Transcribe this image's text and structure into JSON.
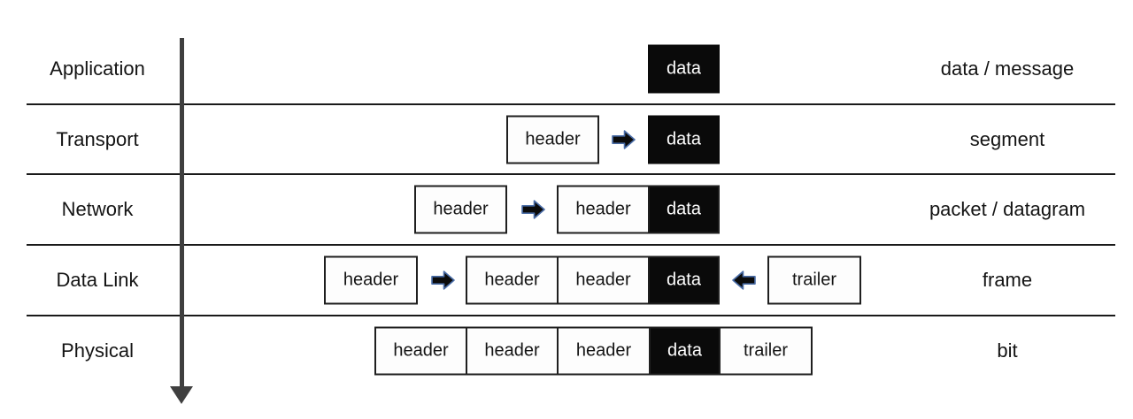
{
  "diagram": {
    "description": "network layer encapsulation diagram",
    "box_labels": {
      "header": "header",
      "data": "data",
      "trailer": "trailer"
    },
    "icons": {
      "right_arrow": "prepend-header-arrow",
      "left_arrow": "append-trailer-arrow",
      "down_arrow": "layer-stack-direction-arrow"
    },
    "colors": {
      "data_box_fill": "#0a0a0a",
      "data_box_text": "#ffffff",
      "box_border": "#1f1f1f",
      "row_divider": "#1a1a1a",
      "arrow_fill": "#0b0b0b",
      "arrow_outline": "#4a6da7",
      "down_arrow": "#3f3f3f"
    },
    "rows": [
      {
        "layer": "Application",
        "pdu": "data / message"
      },
      {
        "layer": "Transport",
        "pdu": "segment"
      },
      {
        "layer": "Network",
        "pdu": "packet / datagram"
      },
      {
        "layer": "Data Link",
        "pdu": "frame"
      },
      {
        "layer": "Physical",
        "pdu": "bit"
      }
    ]
  }
}
